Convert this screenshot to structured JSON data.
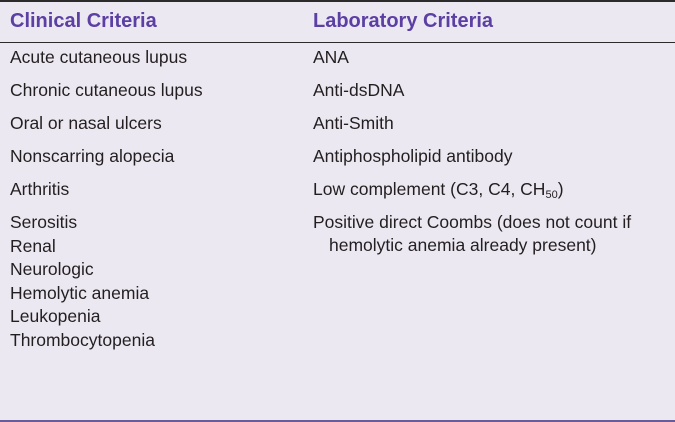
{
  "table": {
    "headers": {
      "clinical": "Clinical Criteria",
      "laboratory": "Laboratory Criteria"
    },
    "clinical_criteria": [
      "Acute cutaneous lupus",
      "Chronic cutaneous lupus",
      "Oral or nasal ulcers",
      "Nonscarring alopecia",
      "Arthritis",
      "Serositis",
      "Renal",
      "Neurologic",
      "Hemolytic anemia",
      "Leukopenia",
      "Thrombocytopenia"
    ],
    "laboratory_criteria": [
      "ANA",
      "Anti-dsDNA",
      "Anti-Smith",
      "Antiphospholipid antibody"
    ],
    "low_complement": {
      "prefix": "Low complement (C3, C4, CH",
      "subscript": "50",
      "suffix": ")"
    },
    "coombs": {
      "line1": "Positive direct Coombs (does not count if",
      "line2": "hemolytic anemia already present)"
    }
  },
  "colors": {
    "header_text": "#5b3fa3",
    "background": "#ece8f2",
    "rule": "#2b2b2b"
  }
}
